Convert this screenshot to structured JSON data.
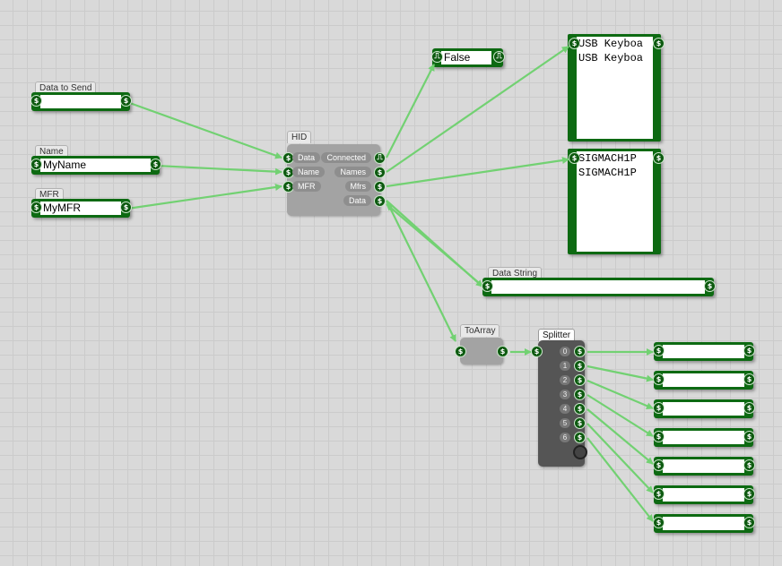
{
  "nodes": {
    "data_to_send": {
      "label": "Data to Send",
      "value": ""
    },
    "name": {
      "label": "Name",
      "value": "MyName"
    },
    "mfr": {
      "label": "MFR",
      "value": "MyMFR"
    },
    "hid": {
      "label": "HID",
      "inputs": [
        "Data",
        "Name",
        "MFR"
      ],
      "outputs": [
        "Connected",
        "Names",
        "Mfrs",
        "Data"
      ]
    },
    "connected_display": {
      "value": "False"
    },
    "names_list": {
      "lines": [
        "USB Keyboa",
        "USB Keyboa"
      ]
    },
    "mfrs_list": {
      "lines": [
        "SIGMACH1P",
        "SIGMACH1P"
      ]
    },
    "data_string": {
      "label": "Data String",
      "value": ""
    },
    "toarray": {
      "label": "ToArray"
    },
    "splitter": {
      "label": "Splitter",
      "indices": [
        "0",
        "1",
        "2",
        "3",
        "4",
        "5",
        "6"
      ]
    },
    "splitter_outputs": [
      "",
      "",
      "",
      "",
      "",
      "",
      ""
    ]
  },
  "port_glyphs": {
    "string": "$",
    "pulse": "⎍"
  }
}
